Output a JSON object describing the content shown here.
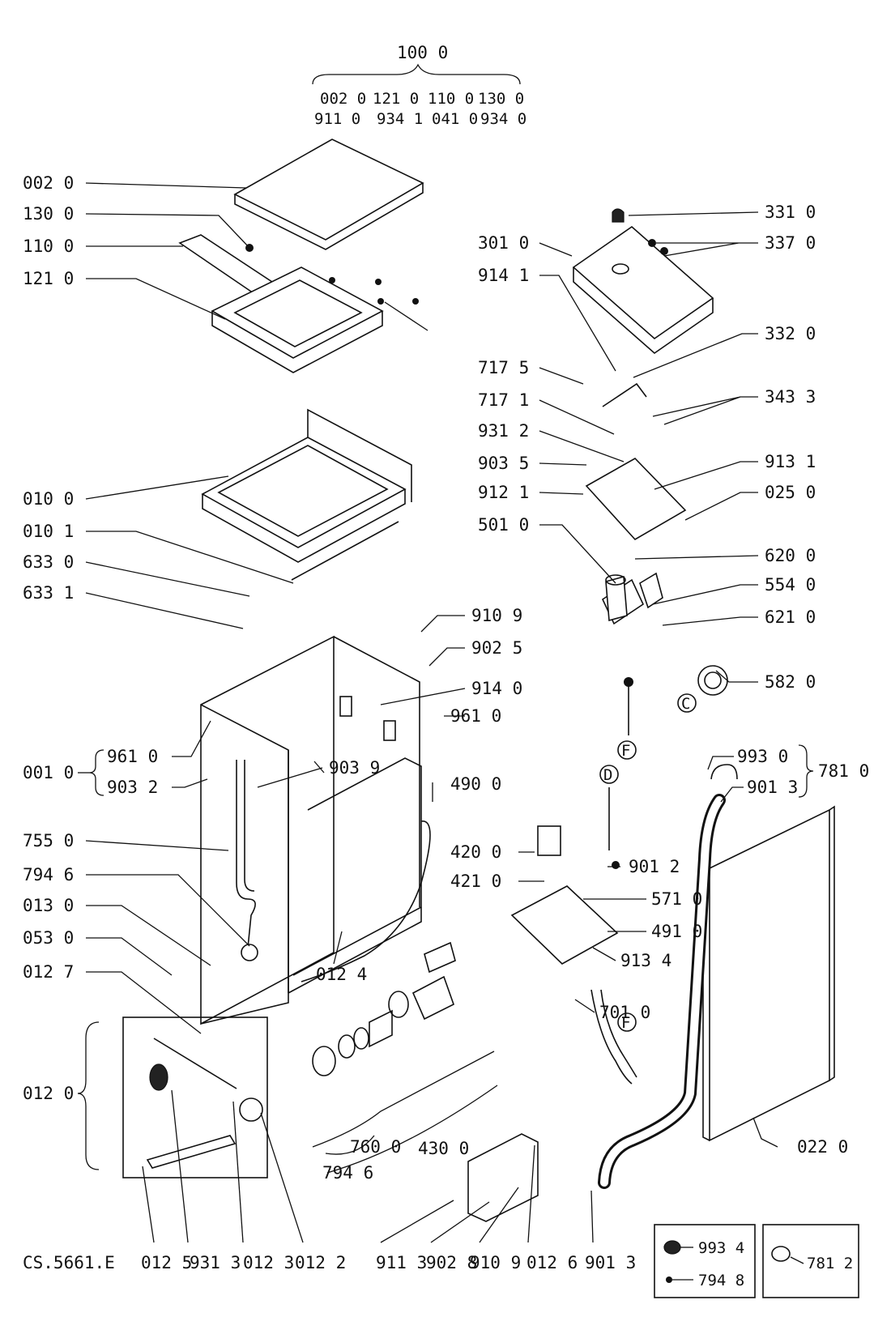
{
  "drawing": {
    "code": "CS.5661.E",
    "assembly": {
      "top_group": "100 0",
      "top_group_row1": [
        "002 0",
        "121 0",
        "110 0",
        "130 0"
      ],
      "top_group_row2": [
        "911 0",
        "934 1",
        "041 0",
        "934 0"
      ],
      "cabinet_group": "001 0",
      "cabinet_group_items": [
        "961 0",
        "903 2"
      ],
      "hose_group": "781 0",
      "hose_group_items": [
        "993 0",
        "901 3"
      ]
    },
    "circle_markers": [
      "C",
      "F",
      "D",
      "F"
    ],
    "left_labels": [
      "002 0",
      "130 0",
      "110 0",
      "121 0",
      "010 0",
      "010 1",
      "633 0",
      "633 1",
      "755 0",
      "794 6",
      "013 0",
      "053 0",
      "012 7",
      "012 0"
    ],
    "right_labels": [
      "331 0",
      "337 0",
      "301 0",
      "914 1",
      "332 0",
      "717 5",
      "717 1",
      "343 3",
      "931 2",
      "903 5",
      "913 1",
      "912 1",
      "025 0",
      "501 0",
      "620 0",
      "554 0",
      "621 0",
      "582 0"
    ],
    "middle_labels": [
      "910 9",
      "902 5",
      "914 0",
      "961 0",
      "903 9",
      "490 0",
      "420 0",
      "901 2",
      "421 0",
      "571 0",
      "491 0",
      "913 4",
      "012 4",
      "701 0",
      "760 0",
      "794 6",
      "430 0",
      "022 0"
    ],
    "bottom_labels": [
      "012 5",
      "931 3",
      "012 3",
      "012 2",
      "911 3",
      "902 8",
      "910 9",
      "012 6",
      "901 3"
    ],
    "legend": {
      "item1": "993 4",
      "item2": "794 8",
      "item3": "781 2"
    }
  }
}
